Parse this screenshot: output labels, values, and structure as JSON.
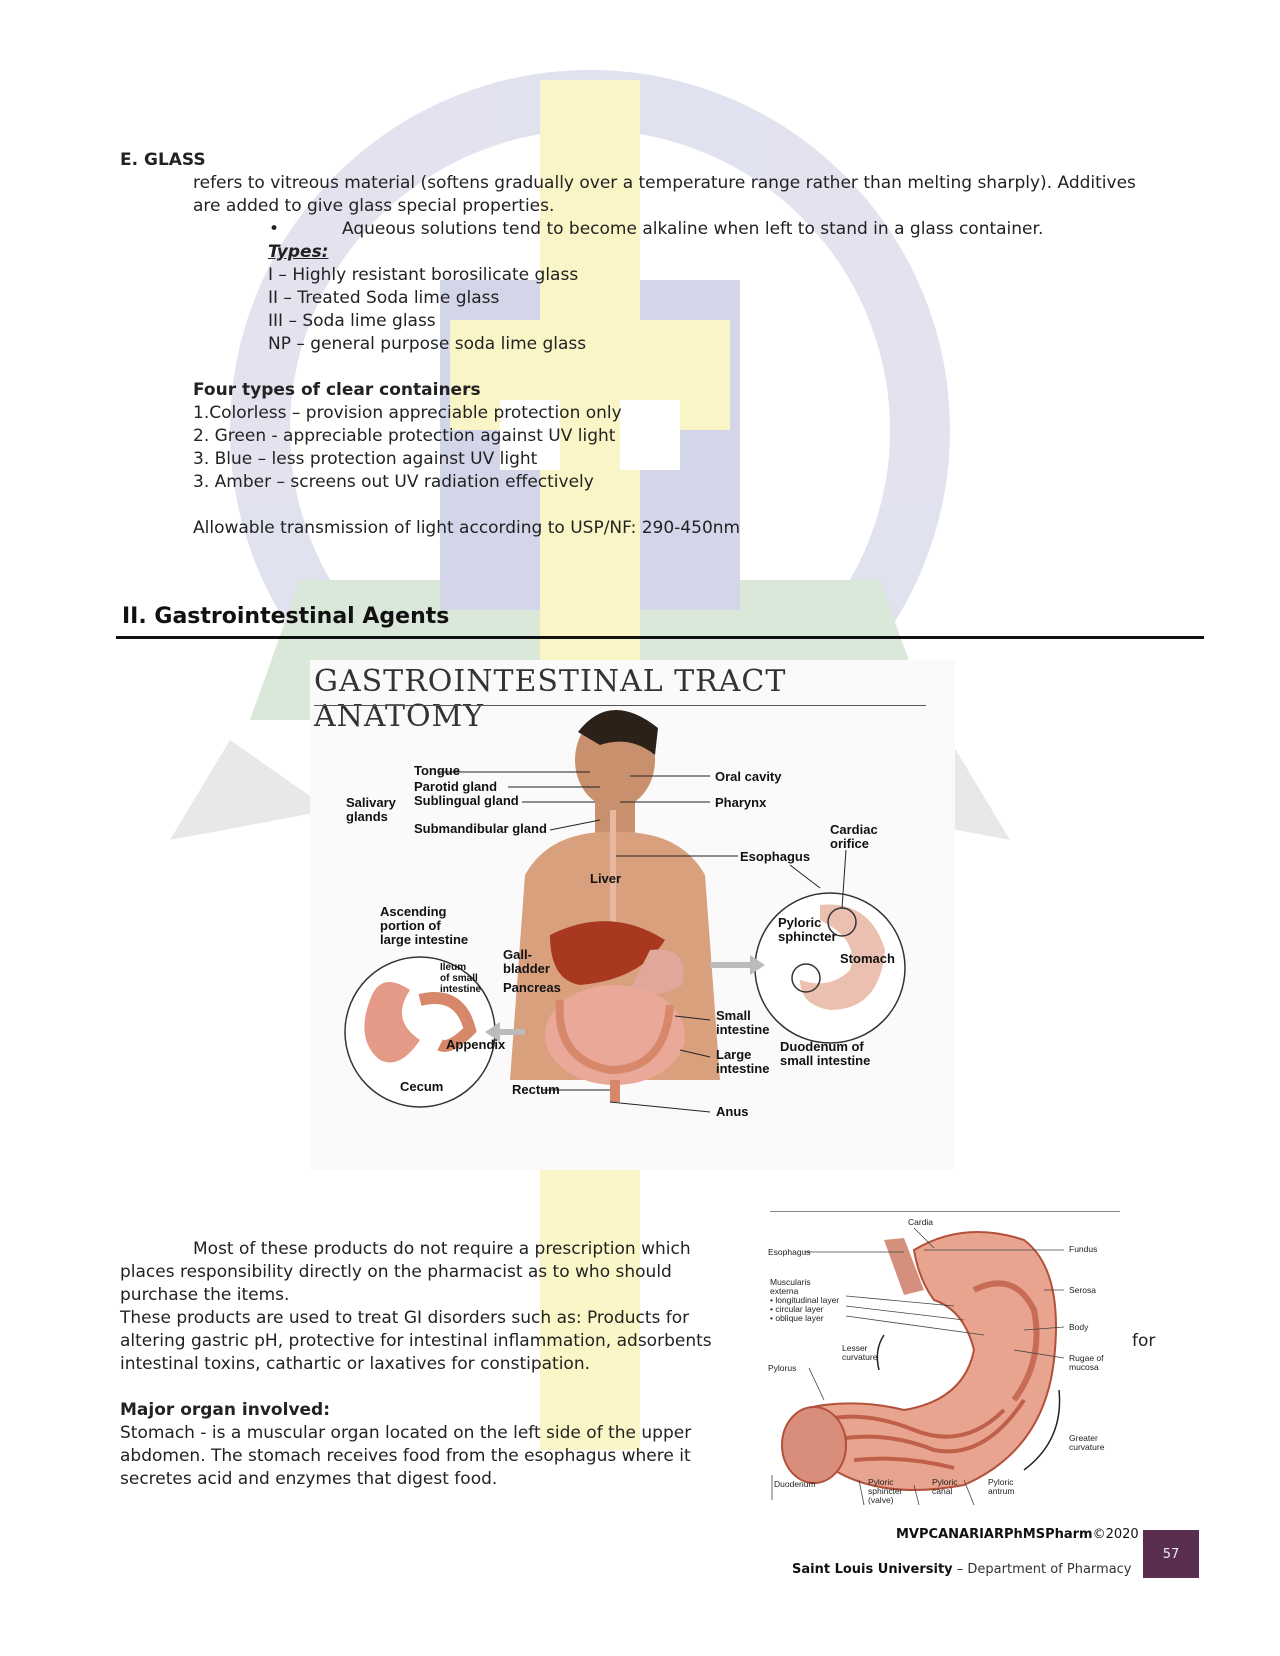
{
  "glass": {
    "heading": "E. GLASS",
    "intro_line1": "refers to vitreous material (softens gradually over a temperature range rather than melting sharply). Additives",
    "intro_line2": "are added to give glass special properties.",
    "bullet_symbol": "•",
    "bullet_text": "Aqueous solutions tend to become alkaline when left to stand in a glass container.",
    "types_label": "Types:",
    "types": [
      "I – Highly resistant borosilicate glass",
      "II – Treated Soda lime glass",
      "III – Soda lime glass",
      "NP – general purpose soda lime glass"
    ],
    "containers_heading": "Four types of clear containers",
    "containers": [
      "1.Colorless – provision appreciable protection only",
      "2. Green - appreciable protection against UV light",
      "3. Blue – less protection against UV light",
      "3. Amber – screens out UV radiation effectively"
    ],
    "transmission": "Allowable transmission of light according to USP/NF: 290-450nm"
  },
  "section": {
    "heading": "II. Gastrointestinal Agents"
  },
  "figure": {
    "title": "GASTROINTESTINAL TRACT ANATOMY",
    "labels": {
      "tongue": "Tongue",
      "parotid": "Parotid gland",
      "sublingual": "Sublingual gland",
      "submandibular": "Submandibular gland",
      "salivary": "Salivary\nglands",
      "oral_cavity": "Oral cavity",
      "pharynx": "Pharynx",
      "cardiac": "Cardiac\norifice",
      "esophagus": "Esophagus",
      "liver": "Liver",
      "ascending": "Ascending\nportion of\nlarge intestine",
      "pyloric": "Pyloric\nsphincter",
      "stomach": "Stomach",
      "gallbladder": "Gall-\nbladder",
      "pancreas": "Pancreas",
      "ileum": "Ileum\nof small\nintestine",
      "small_intestine": "Small\nintestine",
      "appendix": "Appendix",
      "large_intestine": "Large\nintestine",
      "duodenum": "Duodenum of\nsmall intestine",
      "cecum": "Cecum",
      "rectum": "Rectum",
      "anus": "Anus"
    }
  },
  "stomach_figure": {
    "labels": {
      "cardia": "Cardia",
      "fundus": "Fundus",
      "esophagus": "Esophagus",
      "muscularis": "Muscularis\nexterna\n• longitudinal layer\n• circular layer\n• oblique layer",
      "serosa": "Serosa",
      "body": "Body",
      "lesser": "Lesser\ncurvature",
      "rugae": "Rugae of\nmucosa",
      "pylorus": "Pylorus",
      "greater": "Greater\ncurvature",
      "duodenum": "Duodenum",
      "pyloric_sphincter": "Pyloric\nsphincter\n(valve)",
      "pyloric_canal": "Pyloric\ncanal",
      "pyloric_antrum": "Pyloric\nantrum"
    }
  },
  "body": {
    "para1": "Most of these products do not require a prescription which places responsibility directly on the pharmacist as to who should purchase the items.",
    "para2": "These products are used to treat GI disorders such as: Products for altering gastric pH, protective for intestinal inflammation, adsorbents",
    "para2_for": "for",
    "para2_end": "intestinal toxins, cathartic or laxatives for constipation.",
    "organ_heading": "Major organ involved:",
    "organ_text": "Stomach - is a muscular organ located on the left side of the upper abdomen. The stomach receives food from the esophagus where it secretes acid and enzymes that digest food."
  },
  "footer": {
    "author": "MVPCANARIARPhMSPharm",
    "copyright": "©2020",
    "university": "Saint Louis University",
    "department": " – Department of Pharmacy",
    "page_number": "57"
  }
}
